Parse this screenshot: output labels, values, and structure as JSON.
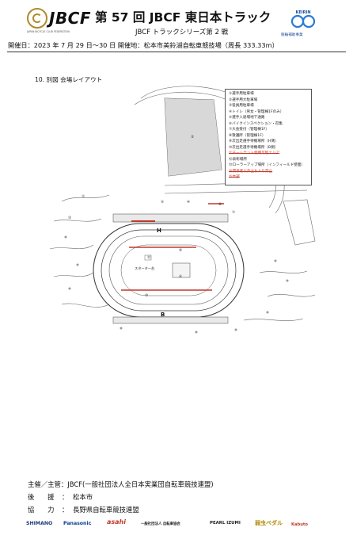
{
  "header": {
    "logo_text": "JBCF",
    "logo_subtext": "JAPAN BICYCLE CLUB FEDERATION",
    "title": "第 57 回 JBCF 東日本トラック",
    "subtitle": "JBCF トラックシリーズ第 2 戦",
    "info": "開催日：2023 年 7 月 29 日～30 日  開催地：松本市美鈴湖自転車競技場（周長 333.33m）",
    "keirin_label": "KEIRIN",
    "keirin_caption": "競輪補助事業"
  },
  "section": {
    "label": "10. 別図  会場レイアウト"
  },
  "legend": [
    {
      "text": "①選手用駐車場",
      "struck": false
    },
    {
      "text": "②選手用大駐車場",
      "struck": false
    },
    {
      "text": "③役員用駐車場",
      "struck": false
    },
    {
      "text": "④トイレ（男女・管理棟1Fのみ）",
      "struck": false
    },
    {
      "text": "⑤選手入退場地下通路",
      "struck": false
    },
    {
      "text": "⑥バイクインスペクション・召集",
      "struck": false
    },
    {
      "text": "⑦大会受付（管理棟1F）",
      "struck": false
    },
    {
      "text": "⑧救護所（管理棟1F）",
      "struck": false
    },
    {
      "text": "⑨次出走選手待機場所（H側）",
      "struck": false
    },
    {
      "text": "⑩次出走選手待機場所（B側）",
      "struck": false
    },
    {
      "text": "⑪チームテント使用可能エリア",
      "struck": true
    },
    {
      "text": "⑫表彰場所",
      "struck": false
    },
    {
      "text": "⑬ローラーアップ場所（インフィールド壁面）",
      "struck": false
    },
    {
      "text": "⑭関係者以外立ち入り禁止",
      "struck": true
    },
    {
      "text": "⑮本部",
      "struck": true
    }
  ],
  "map": {
    "home_straight_letter": "H",
    "back_straight_letter": "B",
    "start_line_label": "スターター台"
  },
  "footer": {
    "organizer_label": "主催／主管：",
    "organizer_value": "JBCF(一般社団法人全日本実業団自転車競技連盟)",
    "support_label": "後　　援",
    "support_value": "松本市",
    "cooperation_label": "協　　力",
    "cooperation_value": "長野県自転車競技連盟",
    "colon": "："
  },
  "sponsors": [
    "SHIMANO",
    "Panasonic",
    "asahi",
    "一般社団法人 自転車協会",
    "PEARL IZUMI",
    "弱虫ペダル",
    "Kabuto"
  ],
  "colors": {
    "accent_gold": "#b08a2a",
    "keirin_blue": "#1b4d9a",
    "strike_red": "#c0392b"
  }
}
